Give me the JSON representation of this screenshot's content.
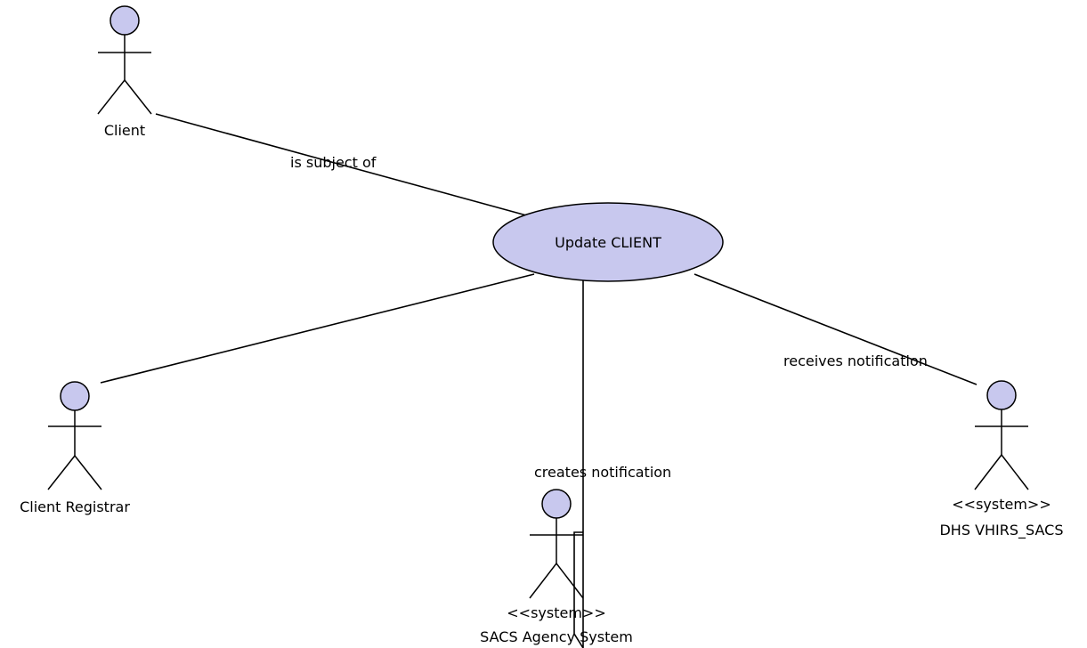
{
  "diagram": {
    "use_case": {
      "label": "Update CLIENT"
    },
    "actors": {
      "client": {
        "name": "Client",
        "stereotype": ""
      },
      "registrar": {
        "name": "Client Registrar",
        "stereotype": ""
      },
      "sacs": {
        "name": "SACS Agency System",
        "stereotype": "<<system>>"
      },
      "dhs": {
        "name": "DHS VHIRS_SACS",
        "stereotype": "<<system>>"
      }
    },
    "associations": {
      "client": {
        "label": "is subject of"
      },
      "sacs": {
        "label": "creates notification"
      },
      "dhs": {
        "label": "receives notification"
      }
    }
  },
  "colors": {
    "fill": "#c8c8ee",
    "stroke": "#000000",
    "background": "#ffffff"
  }
}
